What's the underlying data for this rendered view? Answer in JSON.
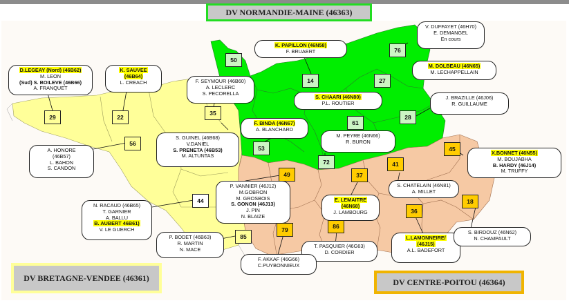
{
  "regions": {
    "normandie": {
      "label": "DV NORMANDIE-MAINE (46363)",
      "fill": "#00ee00",
      "border": "#22dd22"
    },
    "bretagne": {
      "label": "DV BRETAGNE-VENDEE (46361)",
      "fill": "#ffff99",
      "border": "#ffff99"
    },
    "centre": {
      "label": "DV CENTRE-POITOU (46364)",
      "fill": "#f6c9a4",
      "border": "#f0b400"
    }
  },
  "departments": [
    {
      "num": "50",
      "tone": "g"
    },
    {
      "num": "14",
      "tone": "g"
    },
    {
      "num": "76",
      "tone": "g"
    },
    {
      "num": "27",
      "tone": "g"
    },
    {
      "num": "61",
      "tone": "g"
    },
    {
      "num": "28",
      "tone": "g"
    },
    {
      "num": "72",
      "tone": "g"
    },
    {
      "num": "53",
      "tone": "g"
    },
    {
      "num": "29",
      "tone": "y"
    },
    {
      "num": "22",
      "tone": "y"
    },
    {
      "num": "35",
      "tone": "y"
    },
    {
      "num": "56",
      "tone": "y"
    },
    {
      "num": "44",
      "tone": "w"
    },
    {
      "num": "85",
      "tone": "y"
    },
    {
      "num": "49",
      "tone": "o"
    },
    {
      "num": "37",
      "tone": "o"
    },
    {
      "num": "41",
      "tone": "o"
    },
    {
      "num": "45",
      "tone": "o"
    },
    {
      "num": "18",
      "tone": "o"
    },
    {
      "num": "36",
      "tone": "o"
    },
    {
      "num": "86",
      "tone": "o"
    },
    {
      "num": "79",
      "tone": "o"
    }
  ],
  "callouts": [
    {
      "lines": [
        {
          "t": "V. DUFFAYET (46H70)"
        },
        {
          "t": "E. DEMANGEL"
        },
        {
          "t": "En cours"
        }
      ]
    },
    {
      "lines": [
        {
          "t": "K. PAPILLON (46N58)",
          "hl": true
        },
        {
          "t": "F. BRUAERT"
        }
      ]
    },
    {
      "lines": [
        {
          "t": "M. DOLBEAU (46N65)",
          "hl": true
        },
        {
          "t": "M. LECHAPPELLAIN"
        }
      ]
    },
    {
      "lines": [
        {
          "t": "D.LEGEAY (Nord) (46B62)",
          "hl": true
        },
        {
          "t": "M. LEON"
        },
        {
          "t": "(Sud) S. BOILEVE (46B66)",
          "b": true
        },
        {
          "t": "A. FRANQUET"
        }
      ]
    },
    {
      "lines": [
        {
          "t": "K. SAUVEE",
          "hl": true
        },
        {
          "t": "(46B64)",
          "hl": true
        },
        {
          "t": "L. CREACH"
        }
      ]
    },
    {
      "lines": [
        {
          "t": "F. SEYMOUR (46B60)"
        },
        {
          "t": "A. LECLERC"
        },
        {
          "t": "S. PECORELLA"
        }
      ]
    },
    {
      "lines": [
        {
          "t": "S. CHAARI (46N80)",
          "hl": true
        },
        {
          "t": "P.L. ROUTIER"
        }
      ]
    },
    {
      "lines": [
        {
          "t": "J. BRAZILLE (46J06)"
        },
        {
          "t": "R. GUILLAUME"
        }
      ]
    },
    {
      "lines": [
        {
          "t": "F. BINDA (46N67)",
          "hl": true
        },
        {
          "t": "A. BLANCHARD"
        }
      ]
    },
    {
      "lines": [
        {
          "t": "M. PEYRE (46N66)"
        },
        {
          "t": "R. BURON"
        }
      ]
    },
    {
      "lines": [
        {
          "t": "S. GUINEL (46B68)"
        },
        {
          "t": "V.DANIEL"
        },
        {
          "t": "S. PRENETA (46B53)",
          "b": true
        },
        {
          "t": "M. ALTUNTAS"
        }
      ]
    },
    {
      "lines": [
        {
          "t": "A. HONORE"
        },
        {
          "t": "(46B57)"
        },
        {
          "t": "L. BAHON"
        },
        {
          "t": "S. CANDON"
        }
      ]
    },
    {
      "lines": [
        {
          "t": "X.BONNET (46N55)",
          "hl": true
        },
        {
          "t": "M. BOUJABHA"
        },
        {
          "t": "B. HARDY (46J14)",
          "b": true
        },
        {
          "t": "M. TRUFFY"
        }
      ]
    },
    {
      "lines": [
        {
          "t": "S. CHATELAIN (46N81)"
        },
        {
          "t": "A. MILLET"
        }
      ]
    },
    {
      "lines": [
        {
          "t": "P. VANNIER (46J12)"
        },
        {
          "t": "M.GOBRON"
        },
        {
          "t": "M. GROSBOIS"
        },
        {
          "t": "S. GONON (46J13)",
          "b": true
        },
        {
          "t": "J. PIN"
        },
        {
          "t": "N. BLAIZE"
        }
      ]
    },
    {
      "lines": [
        {
          "t": "E. LEMAITRE",
          "hl": true
        },
        {
          "t": "(46N68)",
          "hl": true
        },
        {
          "t": "J. LAMBOURG"
        }
      ]
    },
    {
      "lines": [
        {
          "t": "N. RACAUD (46B65)"
        },
        {
          "t": "T. GARNIER"
        },
        {
          "t": "A. BALLU"
        },
        {
          "t": "B. AUBERT 46B61)",
          "hl": true
        },
        {
          "t": "V. LE GUERCH"
        }
      ]
    },
    {
      "lines": [
        {
          "t": "P. BODET (46B63)"
        },
        {
          "t": "R. MARTIN"
        },
        {
          "t": "N. MACE"
        }
      ]
    },
    {
      "lines": [
        {
          "t": "T. PASQUIER (46G63)"
        },
        {
          "t": "D. CORDIER"
        }
      ]
    },
    {
      "lines": [
        {
          "t": "L.LAMONNEIRE/",
          "hl": true
        },
        {
          "t": "(46J15)",
          "hl": true
        },
        {
          "t": "A.L. BADEFORT"
        }
      ]
    },
    {
      "lines": [
        {
          "t": "S. BIRDOUZ (46N62)"
        },
        {
          "t": "N. CHAMPAULT"
        }
      ]
    },
    {
      "lines": [
        {
          "t": "F. AKKAF (46G66)"
        },
        {
          "t": "C.PUYBONNIEUX"
        }
      ]
    }
  ]
}
